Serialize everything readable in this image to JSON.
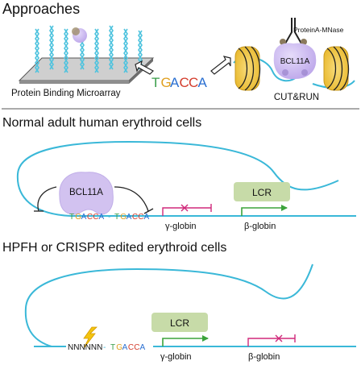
{
  "section1": {
    "heading": "Approaches",
    "microarray_label": "Protein Binding Microarray",
    "cutrun_label": "CUT&RUN",
    "mnase_label": "ProteinA-MNase",
    "protein_label": "BCL11A",
    "motif_letters": [
      "T",
      "G",
      "A",
      "C",
      "C",
      "A"
    ]
  },
  "section2": {
    "heading": "Normal adult human erythroid cells",
    "protein_label": "BCL11A",
    "lcr_label": "LCR",
    "gamma_label": "γ-globin",
    "beta_label": "β-globin",
    "motif1_letters": [
      "T",
      "G",
      "A",
      "C",
      "C",
      "A"
    ],
    "motif2_letters": [
      "T",
      "G",
      "A",
      "C",
      "C",
      "A"
    ],
    "dash": "-"
  },
  "section3": {
    "heading": "HPFH or CRISPR edited erythroid cells",
    "lcr_label": "LCR",
    "gamma_label": "γ-globin",
    "beta_label": "β-globin",
    "mutated_prefix": "NNNNNN",
    "dash": "-",
    "motif_letters": [
      "T",
      "G",
      "A",
      "C",
      "C",
      "A"
    ]
  },
  "colors": {
    "dna_line": "#3ab8d8",
    "lcr_fill": "#c7dba8",
    "protein_fill": "#cdb8ee",
    "nucleosome_fill": "#f2cb52",
    "gamma_arrow": "#d0287a",
    "beta_arrow": "#3ba33b",
    "lightning": "#f4c40f",
    "motif_T": "#3a9e4a",
    "motif_G": "#e0a020",
    "motif_A": "#2a6fd1",
    "motif_C": "#d33c2c"
  }
}
